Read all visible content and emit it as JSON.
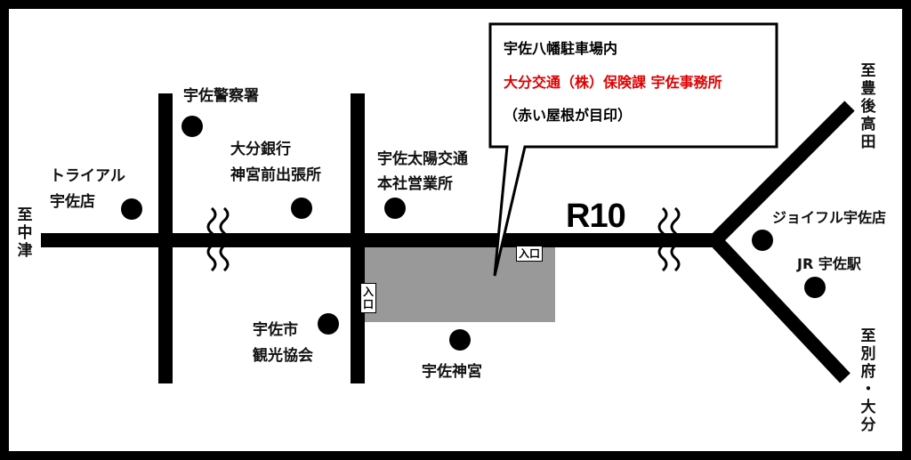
{
  "callout": {
    "line1": "宇佐八幡駐車場内",
    "line2": "大分交通（株）保険課 宇佐事務所",
    "line3": "（赤い屋根が目印）"
  },
  "route": "R10",
  "entrances": {
    "top": "入口",
    "left": "入口"
  },
  "directions": {
    "west": "至中津",
    "northeast": "至豊後高田",
    "southeast": "至別府・大分"
  },
  "landmarks": {
    "police": "宇佐警察署",
    "bank": [
      "大分銀行",
      "神宮前出張所"
    ],
    "trial": [
      "トライアル",
      "宇佐店"
    ],
    "taiyo": [
      "宇佐太陽交通",
      "本社営業所"
    ],
    "kanko": [
      "宇佐市",
      "観光協会"
    ],
    "jingu": "宇佐神宮",
    "joyful": "ジョイフル宇佐店",
    "station": "JR 宇佐駅"
  },
  "colors": {
    "accent_red": "#e00000",
    "parking": "#999999",
    "road": "#000000"
  }
}
